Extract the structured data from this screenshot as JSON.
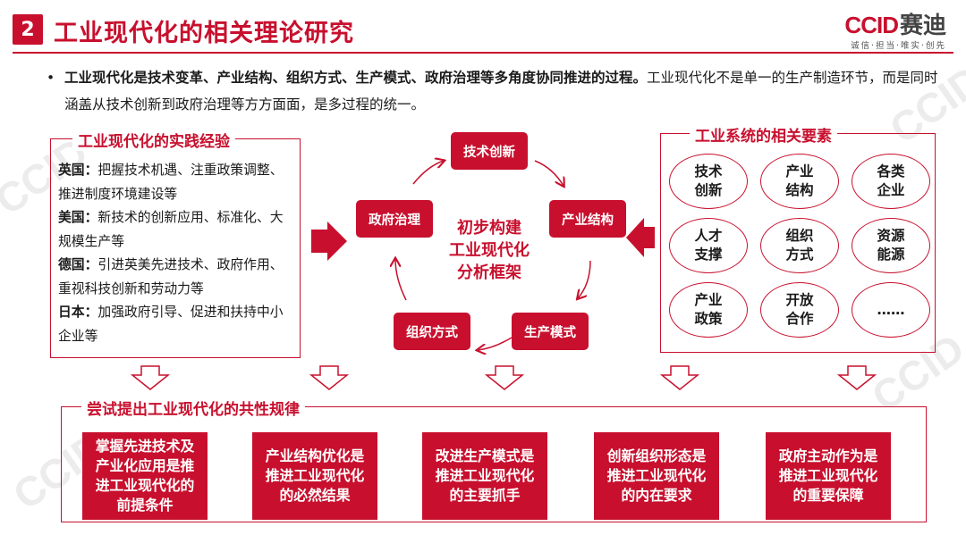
{
  "header": {
    "number": "2",
    "title": "工业现代化的相关理论研究",
    "logo_latin": "CCID",
    "logo_cn": "赛迪",
    "logo_tagline": "诚信·担当·唯实·创先"
  },
  "intro": {
    "bullet": "•",
    "bold": "工业现代化是技术变革、产业结构、组织方式、生产模式、政府治理等多角度协同推进的过程。",
    "normal": "工业现代化不是单一的生产制造环节，而是同时涵盖从技术创新到政府治理等方方面面，是多过程的统一。"
  },
  "practice": {
    "title": "工业现代化的实践经验",
    "items": [
      {
        "country": "英国：",
        "text": "把握技术机遇、注重政策调整、推进制度环境建设等"
      },
      {
        "country": "美国：",
        "text": "新技术的创新应用、标准化、大规模生产等"
      },
      {
        "country": "德国：",
        "text": "引进英美先进技术、政府作用、重视科技创新和劳动力等"
      },
      {
        "country": "日本：",
        "text": "加强政府引导、促进和扶持中小企业等"
      }
    ]
  },
  "cycle": {
    "center_lines": [
      "初步构建",
      "工业现代化",
      "分析框架"
    ],
    "nodes": {
      "tech": "技术创新",
      "industry": "产业结构",
      "production": "生产模式",
      "organization": "组织方式",
      "government": "政府治理"
    }
  },
  "elements": {
    "title": "工业系统的相关要素",
    "items": [
      [
        "技术",
        "创新"
      ],
      [
        "产业",
        "结构"
      ],
      [
        "各类",
        "企业"
      ],
      [
        "人才",
        "支撑"
      ],
      [
        "组织",
        "方式"
      ],
      [
        "资源",
        "能源"
      ],
      [
        "产业",
        "政策"
      ],
      [
        "开放",
        "合作"
      ],
      [
        "……"
      ]
    ]
  },
  "rules": {
    "title": "尝试提出工业现代化的共性规律",
    "cards": [
      [
        "掌握先进技术及",
        "产业化应用是推",
        "进工业现代化的",
        "前提条件"
      ],
      [
        "产业结构优化是",
        "推进工业现代化",
        "的必然结果"
      ],
      [
        "改进生产模式是",
        "推进工业现代化",
        "的主要抓手"
      ],
      [
        "创新组织形态是",
        "推进工业现代化",
        "的内在要求"
      ],
      [
        "政府主动作为是",
        "推进工业现代化",
        "的重要保障"
      ]
    ]
  },
  "colors": {
    "accent": "#c8102e"
  }
}
